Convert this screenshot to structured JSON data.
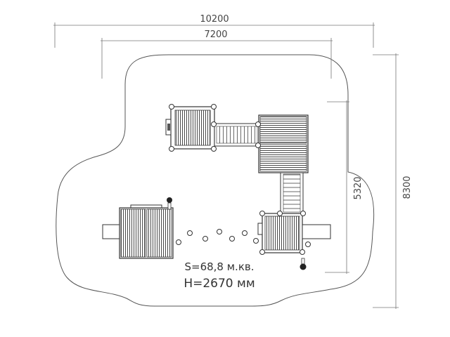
{
  "dimensions": {
    "overall_width": "10200",
    "inner_width": "7200",
    "overall_height": "8300",
    "inner_height": "5320"
  },
  "area": {
    "square": "S=68,8 м.кв.",
    "height": "H=2670 мм"
  },
  "colors": {
    "stroke": "#333333",
    "outline": "#666666",
    "dark": "#222222"
  }
}
